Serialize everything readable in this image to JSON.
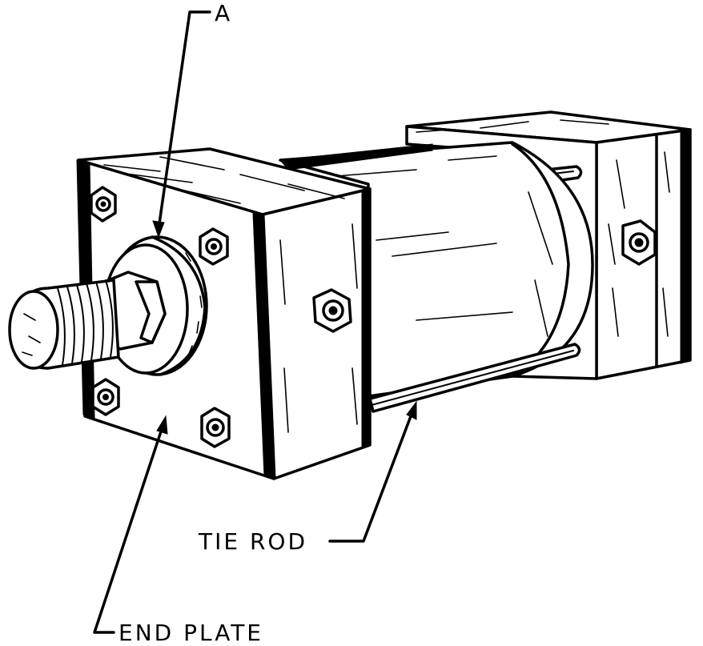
{
  "diagram": {
    "labels": {
      "a": "A",
      "end_plate": "END PLATE",
      "tie_rod": "TIE ROD"
    },
    "colors": {
      "ink": "#000000",
      "paper": "#ffffff"
    }
  }
}
